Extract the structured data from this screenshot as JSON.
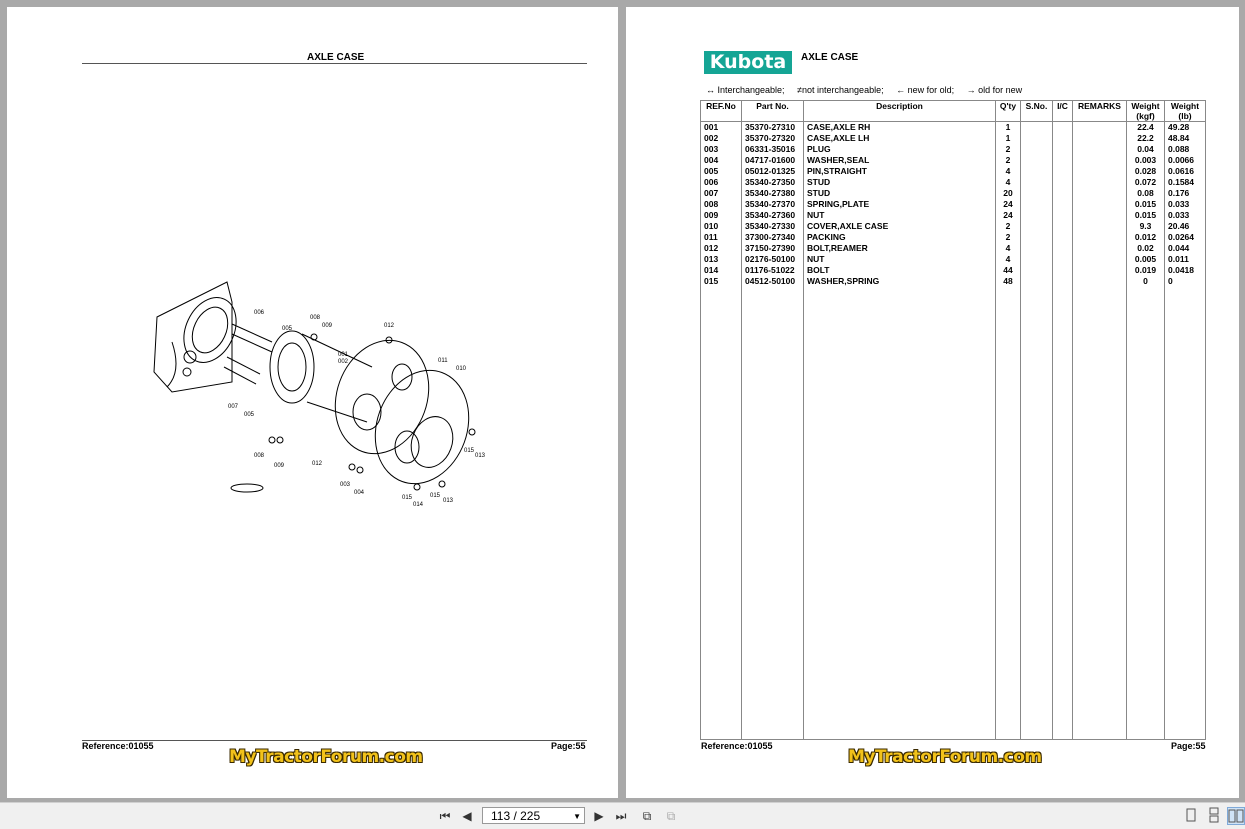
{
  "left_page": {
    "title": "AXLE CASE",
    "reference": "Reference:01055",
    "page_label": "Page:55",
    "watermark": "MyTractorForum.com",
    "diagram_labels": [
      "006",
      "005",
      "008",
      "009",
      "012",
      "001",
      "002",
      "011",
      "010",
      "007",
      "005",
      "008",
      "009",
      "012",
      "003",
      "004",
      "015",
      "014",
      "015",
      "013",
      "015",
      "013"
    ]
  },
  "right_page": {
    "logo": "Kubota",
    "title": "AXLE CASE",
    "legend": [
      "↔ Interchangeable;",
      "≠not interchangeable;",
      "← new for old;",
      "→ old for new"
    ],
    "columns": [
      "REF.No",
      "Part No.",
      "Description",
      "Q'ty",
      "S.No.",
      "I/C",
      "REMARKS",
      "Weight (kgf)",
      "Weight (lb)"
    ],
    "rows": [
      {
        "ref": "001",
        "part": "35370-27310",
        "desc": "CASE,AXLE RH",
        "qty": "1",
        "kgf": "22.4",
        "lb": "49.28"
      },
      {
        "ref": "002",
        "part": "35370-27320",
        "desc": "CASE,AXLE LH",
        "qty": "1",
        "kgf": "22.2",
        "lb": "48.84"
      },
      {
        "ref": "003",
        "part": "06331-35016",
        "desc": "PLUG",
        "qty": "2",
        "kgf": "0.04",
        "lb": "0.088"
      },
      {
        "ref": "004",
        "part": "04717-01600",
        "desc": "WASHER,SEAL",
        "qty": "2",
        "kgf": "0.003",
        "lb": "0.0066"
      },
      {
        "ref": "005",
        "part": "05012-01325",
        "desc": "PIN,STRAIGHT",
        "qty": "4",
        "kgf": "0.028",
        "lb": "0.0616"
      },
      {
        "ref": "006",
        "part": "35340-27350",
        "desc": "STUD",
        "qty": "4",
        "kgf": "0.072",
        "lb": "0.1584"
      },
      {
        "ref": "007",
        "part": "35340-27380",
        "desc": "STUD",
        "qty": "20",
        "kgf": "0.08",
        "lb": "0.176"
      },
      {
        "ref": "008",
        "part": "35340-27370",
        "desc": "SPRING,PLATE",
        "qty": "24",
        "kgf": "0.015",
        "lb": "0.033"
      },
      {
        "ref": "009",
        "part": "35340-27360",
        "desc": "NUT",
        "qty": "24",
        "kgf": "0.015",
        "lb": "0.033"
      },
      {
        "ref": "010",
        "part": "35340-27330",
        "desc": "COVER,AXLE CASE",
        "qty": "2",
        "kgf": "9.3",
        "lb": "20.46"
      },
      {
        "ref": "011",
        "part": "37300-27340",
        "desc": "PACKING",
        "qty": "2",
        "kgf": "0.012",
        "lb": "0.0264"
      },
      {
        "ref": "012",
        "part": "37150-27390",
        "desc": "BOLT,REAMER",
        "qty": "4",
        "kgf": "0.02",
        "lb": "0.044"
      },
      {
        "ref": "013",
        "part": "02176-50100",
        "desc": "NUT",
        "qty": "4",
        "kgf": "0.005",
        "lb": "0.011"
      },
      {
        "ref": "014",
        "part": "01176-51022",
        "desc": "BOLT",
        "qty": "44",
        "kgf": "0.019",
        "lb": "0.0418"
      },
      {
        "ref": "015",
        "part": "04512-50100",
        "desc": "WASHER,SPRING",
        "qty": "48",
        "kgf": "0",
        "lb": "0"
      }
    ],
    "reference": "Reference:01055",
    "page_label": "Page:55",
    "watermark": "MyTractorForum.com"
  },
  "toolbar": {
    "page_indicator": "113 / 225",
    "first_icon": "first-page-icon",
    "prev_icon": "prev-page-icon",
    "next_icon": "next-page-icon",
    "last_icon": "last-page-icon"
  }
}
